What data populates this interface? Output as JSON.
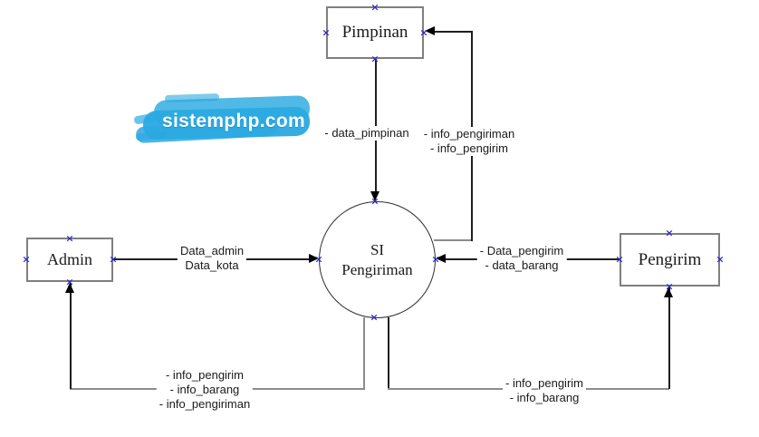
{
  "watermark": {
    "text": "sistemphp.com",
    "brush_color": "#2aa9e1",
    "text_color": "#ffffff"
  },
  "diagram": {
    "type": "dfd-context-diagram",
    "process": {
      "label_line1": "SI",
      "label_line2": "Pengiriman"
    },
    "entities": {
      "pimpinan": {
        "label": "Pimpinan"
      },
      "admin": {
        "label": "Admin"
      },
      "pengirim": {
        "label": "Pengirim"
      }
    },
    "flows": {
      "pimpinan_to_si": [
        "- data_pimpinan"
      ],
      "si_to_pimpinan": [
        "- info_pengiriman",
        "- info_pengirim"
      ],
      "admin_to_si": [
        "Data_admin",
        "Data_kota"
      ],
      "pengirim_to_si": [
        "- Data_pengirim",
        "- data_barang"
      ],
      "si_to_admin": [
        "- info_pengirim",
        "- info_barang",
        "- info_pengiriman"
      ],
      "si_to_pengirim": [
        "- info_pengirim",
        "- info_barang"
      ]
    },
    "colors": {
      "line_dark": "#1f1f1f",
      "line_gray": "#8c8c8c",
      "box_border": "#7f7f7f",
      "anchor_blue": "#2b2bc8"
    }
  },
  "markers": {
    "glyph": "×"
  }
}
